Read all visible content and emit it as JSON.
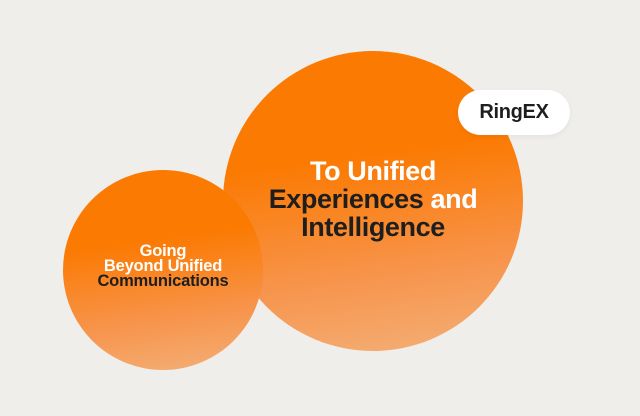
{
  "colors": {
    "bg": "#EFEEEB",
    "orange-top": "#FB7A02",
    "orange-mid": "#F7944C",
    "orange-bottom": "#F3B078",
    "ink": "#1E1E1E",
    "badge-bg": "#FFFFFF"
  },
  "badge": {
    "label": "RingEX"
  },
  "headline": {
    "line1": "To Unified",
    "line2_dark": "Experiences",
    "line2_light": "and",
    "line3": "Intelligence"
  },
  "subhead": {
    "line1": "Going",
    "line2": "Beyond Unified",
    "line3": "Communications"
  }
}
